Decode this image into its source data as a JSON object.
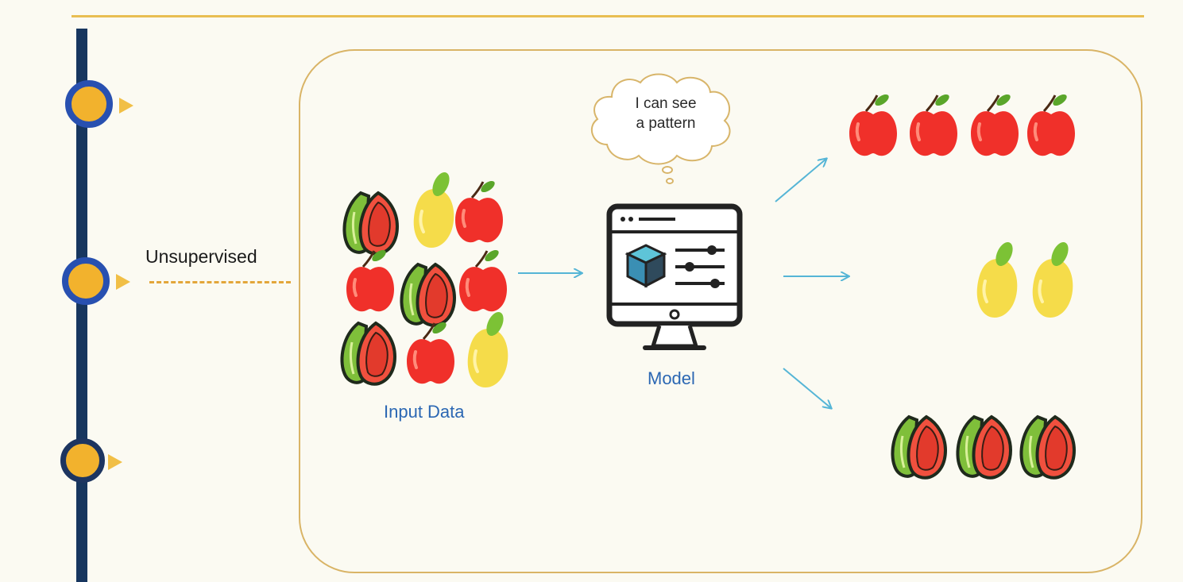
{
  "timeline": {
    "label": "Unsupervised"
  },
  "diagram": {
    "input_caption": "Input Data",
    "model_caption": "Model",
    "thought_line1": "I can see",
    "thought_line2": "a pattern"
  },
  "icons": {
    "apple": "apple-icon",
    "mango": "mango-icon",
    "guava": "guava-icon",
    "monitor": "computer-monitor-icon",
    "cube": "cube-icon",
    "sliders": "sliders-icon",
    "arrow": "arrow-icon",
    "thought": "thought-bubble-icon"
  },
  "colors": {
    "apple": "#f0302a",
    "mango": "#f5dc4a",
    "leaf": "#6aae2c",
    "guava_skin": "#7fbf3a",
    "guava_flesh": "#f0503e",
    "timeline": "#17365f",
    "node_fill": "#f2b22d",
    "accent_blue": "#2b67b3",
    "arrow_blue": "#55b5d6"
  }
}
